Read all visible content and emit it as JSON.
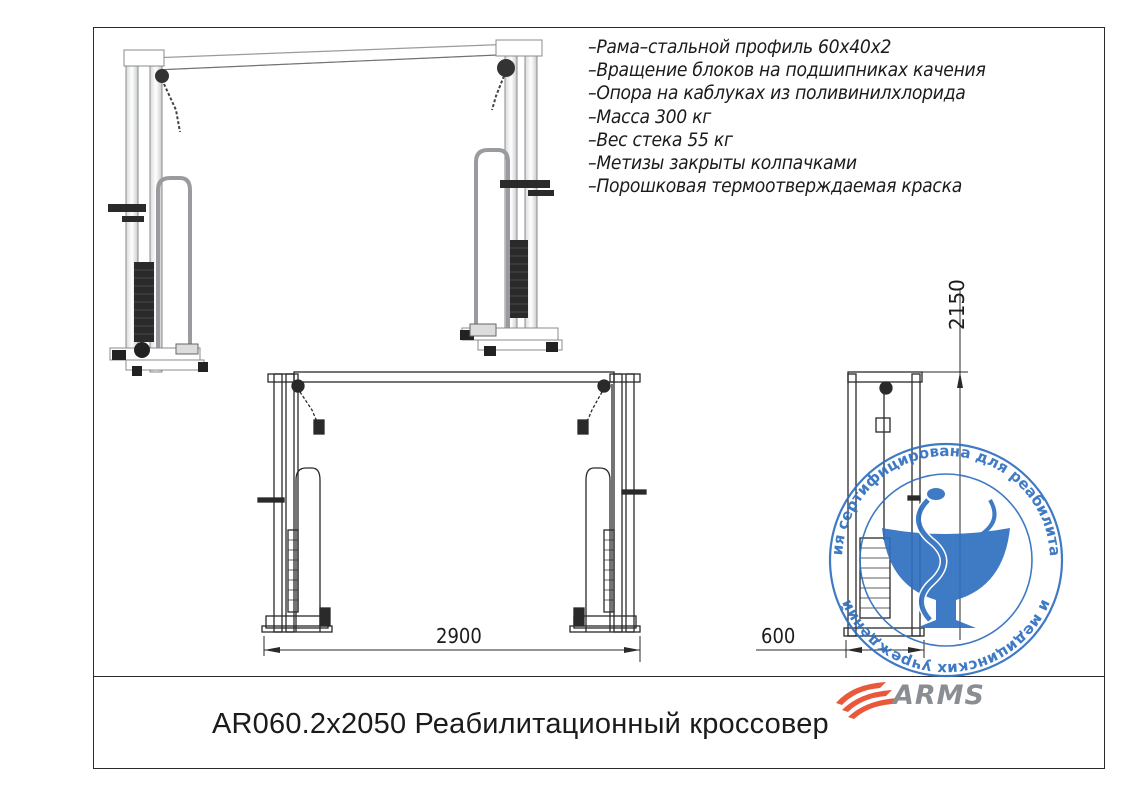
{
  "specs": [
    "–Рама–стальной профиль 60х40х2",
    "–Вращение блоков на подшипниках качения",
    "–Опора на каблуках из поливинилхлорида",
    "–Масса 300 кг",
    "–Вес стека 55 кг",
    "–Метизы закрыты колпачками",
    "–Порошковая термоотверждаемая краска"
  ],
  "dimensions": {
    "width": "2900",
    "depth": "600",
    "height": "2150"
  },
  "title": "AR060.2х2050 Реабилитационный кроссовер",
  "brand": {
    "name": "ARMS",
    "color": "#8a8d92",
    "accent": "#e8583a"
  },
  "stamp": {
    "text": "Продукция сертифицирована для реабилитационных и медицинских учреждений",
    "color": "#2f6fc0",
    "icon": "caduceus-bowl-icon"
  }
}
